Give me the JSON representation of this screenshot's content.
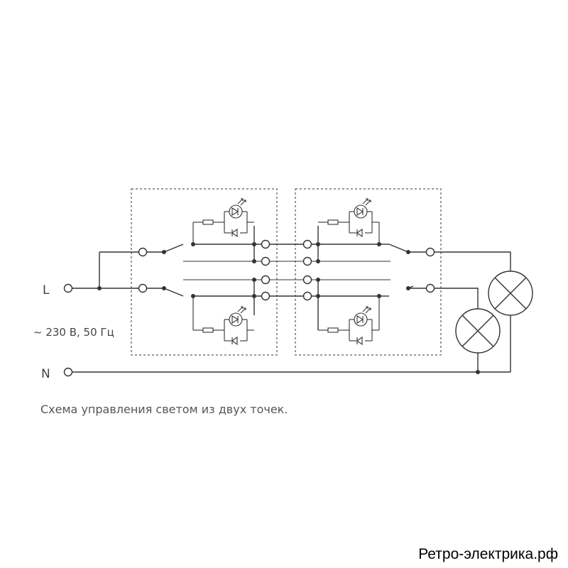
{
  "labels": {
    "phase": "L",
    "neutral": "N",
    "supply": "~ 230 В, 50 Гц"
  },
  "caption": "Схема управления светом из двух точек.",
  "watermark": "Ретро-электрика.рф",
  "colors": {
    "line": "#333333",
    "text": "#444444",
    "caption": "#555555",
    "background": "#ffffff"
  },
  "components": {
    "switch_blocks": 2,
    "lamps": 2,
    "indicator_circuits_per_block": 2
  }
}
